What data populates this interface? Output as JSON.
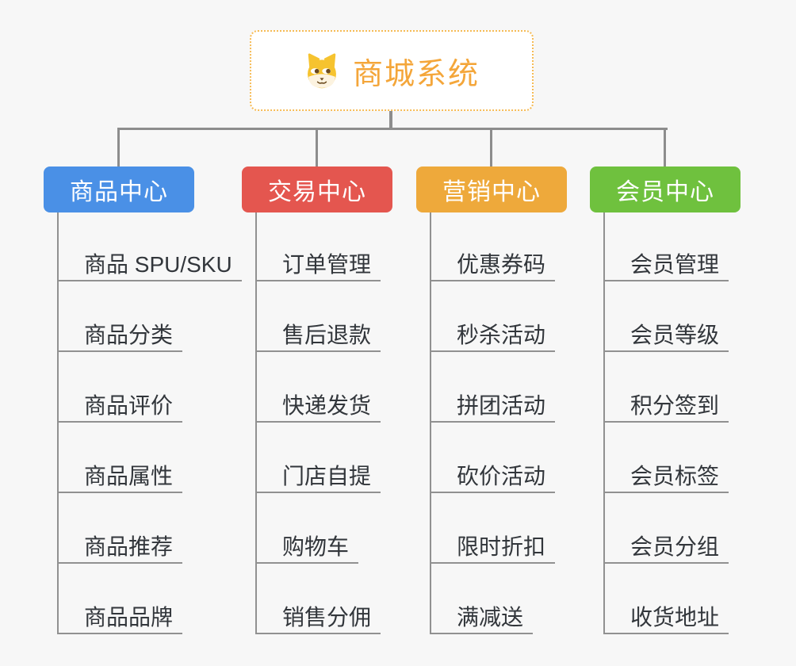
{
  "canvas": {
    "background": "#f7f7f7",
    "connector_color": "#8d8d8d"
  },
  "root": {
    "label": "商城系统",
    "icon": "doge-icon",
    "text_color": "#f4a63a",
    "border_color": "#f6bb55"
  },
  "branches": [
    {
      "label": "商品中心",
      "color": "#4a90e6",
      "children": [
        "商品 SPU/SKU",
        "商品分类",
        "商品评价",
        "商品属性",
        "商品推荐",
        "商品品牌"
      ]
    },
    {
      "label": "交易中心",
      "color": "#e4564f",
      "children": [
        "订单管理",
        "售后退款",
        "快递发货",
        "门店自提",
        "购物车",
        "销售分佣"
      ]
    },
    {
      "label": "营销中心",
      "color": "#eea93b",
      "children": [
        "优惠券码",
        "秒杀活动",
        "拼团活动",
        "砍价活动",
        "限时折扣",
        "满减送"
      ]
    },
    {
      "label": "会员中心",
      "color": "#6fc13e",
      "children": [
        "会员管理",
        "会员等级",
        "积分签到",
        "会员标签",
        "会员分组",
        "收货地址"
      ]
    }
  ]
}
